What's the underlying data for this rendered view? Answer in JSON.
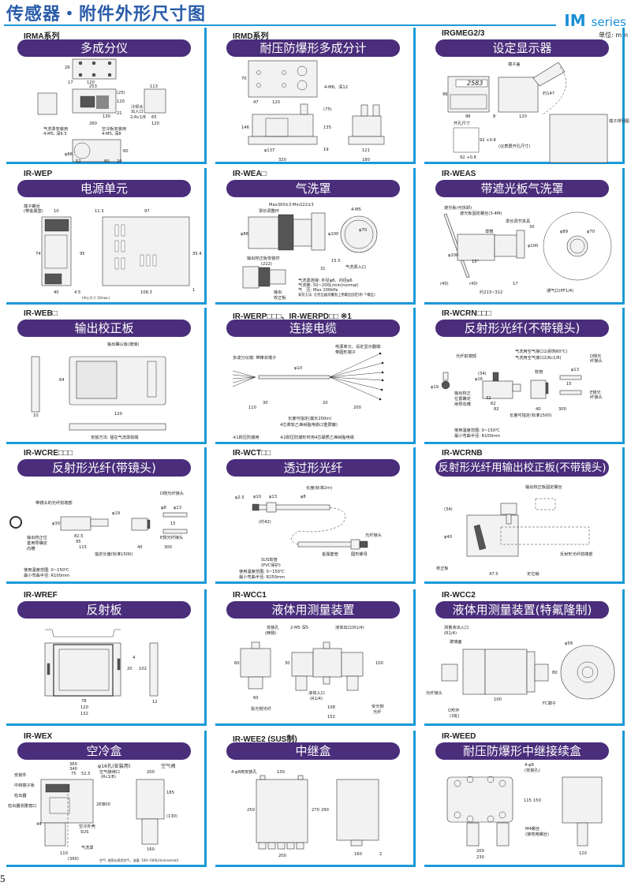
{
  "header": {
    "title": "传感器・附件外形尺寸图",
    "series_im": "IM",
    "series_word": "series",
    "unit": "单位: mm"
  },
  "page_number": "5",
  "colors": {
    "pill": "#4a2d7b",
    "accent": "#1b9ad8",
    "title": "#2a5ca8"
  },
  "panels": [
    {
      "model": "IRMA系列",
      "title": "多成分仪",
      "labels": [
        "29",
        "17",
        "120",
        "253",
        "120",
        "130",
        "260",
        "113",
        "冷却水",
        "出入口",
        "2-Rc1/8",
        "65",
        "120",
        "气洗罩安装用",
        "4-M5, 深6.5",
        "空冷板安装用",
        "4-M5, 深8",
        "60",
        "52",
        "80",
        "20",
        "(25)",
        "21",
        "φ86"
      ]
    },
    {
      "model": "IRMD系列",
      "title": "耐压防爆形多成分计",
      "labels": [
        "70",
        "47",
        "120",
        "4-M8、深12",
        "146",
        "(75)",
        "135",
        "19",
        "φ137",
        "320",
        "121",
        "180"
      ]
    },
    {
      "model": "IRGMEG2/3",
      "title": "设定显示器",
      "labels": [
        "端子盖",
        "2583",
        "96",
        "96",
        "8",
        "120",
        "开孔尺寸",
        "92 +0.8",
        "92 +0.8",
        "(仪表屏开孔尺寸)",
        "端子排列图",
        "约147"
      ]
    },
    {
      "model": "IR-WEP",
      "title": "电源单元",
      "labels": [
        "端子螺丝",
        "(带金属垫)",
        "10",
        "74",
        "95",
        "(中心尺寸 15max.)",
        "40",
        "4.5",
        "11.3",
        "97",
        "35.4",
        "108.3",
        "1"
      ]
    },
    {
      "model": "IR-WEA□",
      "title": "气洗罩",
      "labels": [
        "Max300±3·Min222±3",
        "罩长调整环",
        "φ86",
        "φ100",
        "4-M5",
        "φ70",
        "输出校正板安装时",
        "(222)",
        "15.5",
        "31",
        "气洗罩入口",
        "输出",
        "校正板",
        "气洗罩连接: 外径φ8、内径φ6",
        "气流量: 50~200L/min(normal)",
        "气　压: Max 200kPa",
        "安装方法: 在检出器测量窗上用螺丝固定(附 个螺丝)"
      ]
    },
    {
      "model": "IR-WEAS",
      "title": "带遮光板气洗罩",
      "labels": [
        "遮光板(可拆卸)",
        "遮光板固定螺丝(3-4M)",
        "罩长调节夹具",
        "30",
        "罩筒",
        "φ100",
        "φ200",
        "15°",
        "(40)",
        "(40)",
        "17",
        "约213~312",
        "通气口(PF1/4)",
        "φ89",
        "φ70"
      ]
    },
    {
      "model": "IR-WEB□",
      "title": "输出校正板",
      "labels": [
        "输出确认板(玻璃)",
        "64",
        "10",
        "120",
        "安装方法: 插在气洗罩前端"
      ]
    },
    {
      "model": "IR-WERP□□□、IR-WERPD□□ ※1",
      "title": "连接电缆",
      "labels": [
        "多成分仪端: 带棒状端子",
        "电源单元、设定显示器端:",
        "带圆形端子",
        "φ10",
        "30",
        "20",
        "110",
        "200",
        "长度可指定(最长200m)",
        "4芯柔软乙烯树脂电缆(2重屏蔽)",
        "※1耐压防爆用",
        "※2耐压防爆形时用4芯硬质乙烯树脂电缆"
      ]
    },
    {
      "model": "IR-WCRN□□□",
      "title": "反射形光纤(不带镜头)",
      "labels": [
        "光纤前端部",
        "气洗用空气接口1(耐热60℃)",
        "气洗用空气接口2(Rc1/8)",
        "D侧光",
        "纤接头",
        "软管",
        "φ19",
        "输出校正",
        "位置确定",
        "用导向槽",
        "32",
        "62",
        "82",
        "40",
        "300",
        "长度可指定(标准1500)",
        "E侧光",
        "纤接头",
        "使用温度范围: 0~150℃",
        "最小弯曲半径: R100mm",
        "φ16",
        "(34)",
        "φ13",
        "15"
      ]
    },
    {
      "model": "IR-WCRE□□□",
      "title": "反射形光纤(带镜头)",
      "labels": [
        "D侧光纤接头",
        "带镜头的光纤前端部",
        "φ30",
        "φ19",
        "输出校正位",
        "置用导确定",
        "向槽",
        "82.5",
        "95",
        "115",
        "40",
        "300",
        "E侧光纤接头",
        "15",
        "指定长度(标准1500)",
        "使用温度范围: 0~150℃",
        "最小弯曲半径: R100mm",
        "φ13",
        "φ8"
      ]
    },
    {
      "model": "IR-WCT□□",
      "title": "透过形光纤",
      "labels": [
        "长度(标准2m)",
        "φ2.5",
        "φ10",
        "φ13",
        "φ8",
        "(约42)",
        "光纤接头",
        "SUS软管",
        "(PVC保护)",
        "金属套管",
        "圆形螺母",
        "使用温度范围: 0~150℃",
        "最小弯曲半径: R250mm"
      ]
    },
    {
      "model": "IR-WCRNB",
      "title": "反射形光纤用输出校正板(不带镜头)",
      "labels": [
        "输出校正板固定螺丝",
        "(34)",
        "φ40",
        "反射形光纤前端部",
        "校正板",
        "47.5",
        "定位销"
      ]
    },
    {
      "model": "IR-WREF",
      "title": "反射板",
      "labels": [
        "4",
        "20",
        "102",
        "78",
        "120",
        "132",
        "12"
      ]
    },
    {
      "model": "IR-WCC1",
      "title": "液体用测量装置",
      "labels": [
        "安装孔",
        "(两侧)",
        "2-M5 深5",
        "液体出口(R1/4)",
        "60",
        "30",
        "100",
        "60",
        "液体入口",
        "(R1/4)",
        "108",
        "152",
        "投光侧光纤",
        "受光侧",
        "光纤"
      ]
    },
    {
      "model": "IR-WCC2",
      "title": "液体用测量装置(特氟隆制)",
      "labels": [
        "测量液出入口",
        "(R1/4)",
        "玻璃面",
        "光纤接头",
        "80",
        "100",
        "FC端子",
        "O形环",
        "(3处)",
        "φ58"
      ]
    },
    {
      "model": "IR-WEX",
      "title": "空冷盒",
      "labels": [
        "360",
        "340",
        "75",
        "52.5",
        "φ16孔(安装用)",
        "空气阀",
        "安装件",
        "空气接续口",
        "(Rc1/8)",
        "中转端子板",
        "检出器",
        "检出器测量窗口",
        "空冷外壳",
        "SUS",
        "气洗罩",
        "110",
        "(360)",
        "200",
        "160",
        "空气: 使用仪表用空气、流量: 100~500L/min(normal)",
        "300",
        "265",
        "44",
        "185",
        "(130)"
      ]
    },
    {
      "model": "IR-WEE2 (SUS制)",
      "title": "中继盒",
      "labels": [
        "4-φ8用安装孔",
        "130",
        "250",
        "270",
        "290",
        "200",
        "160",
        "2"
      ]
    },
    {
      "model": "IR-WEED",
      "title": "耐压防爆形中继接续盒",
      "labels": [
        "4-φ8",
        "(安装孔)",
        "115",
        "150",
        "M4螺丝",
        "(接地用螺丝)",
        "200",
        "230",
        "120"
      ]
    }
  ]
}
